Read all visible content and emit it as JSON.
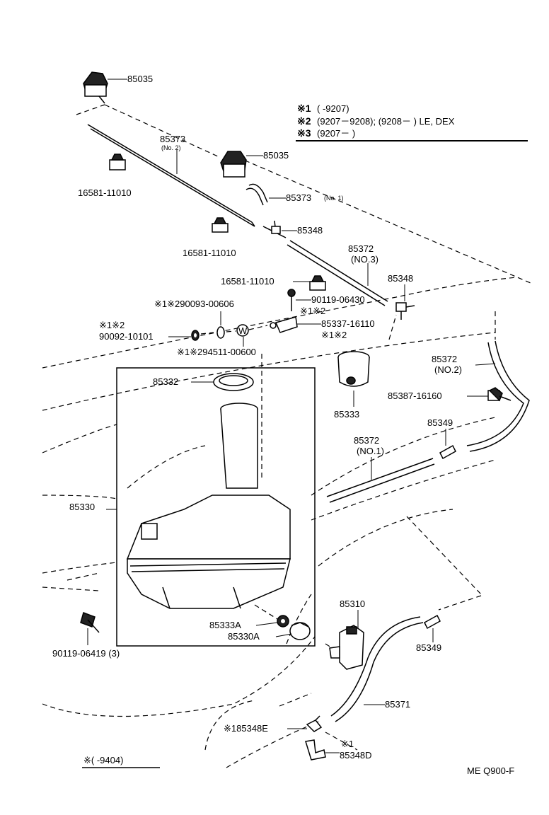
{
  "legend": {
    "row1_mark": "※1",
    "row1_text": "(        -9207)",
    "row2_mark": "※2",
    "row2_text": "(9207－9208); (9208－         ) LE, DEX",
    "row3_mark": "※3",
    "row3_text": "(9207－         )"
  },
  "labels": {
    "p85035_a": "85035",
    "p85373_no2": "85373",
    "p85373_no2_sub": "(No. 2)",
    "p85035_b": "85035",
    "p16581_a": "16581-11010",
    "p85373_no1": "85373",
    "p85373_no1_sub": "(No. 1)",
    "p85348_a": "85348",
    "p16581_b": "16581-11010",
    "p85372_no3": "85372",
    "p85372_no3_sub": "(NO.3)",
    "p16581_c": "16581-11010",
    "p85348_b": "85348",
    "p90119_06430": "90119-06430",
    "mark_12_a": "※1※2",
    "p90093": "※1※290093-00606",
    "mark_12_b": "※1※2",
    "p90092": "90092-10101",
    "p85337": "85337-16110",
    "mark_12_c": "※1※2",
    "p94511": "※1※294511-00600",
    "washer_w": "W",
    "p85372_no2": "85372",
    "p85372_no2_sub": "(NO.2)",
    "p85332": "85332",
    "p85333": "85333",
    "p85387": "85387-16160",
    "p85349_a": "85349",
    "p85372_no1": "85372",
    "p85372_no1_sub": "(NO.1)",
    "p85330": "85330",
    "p85310": "85310",
    "p85333a": "85333A",
    "p85330a": "85330A",
    "p85349_b": "85349",
    "p90119_06419": "90119-06419 (3)",
    "p85371": "85371",
    "p85348e": "※185348E",
    "mark_1": "※1",
    "p85348d": "85348D",
    "note_9404": "※(       -9404)",
    "code": "ME  Q900-F"
  }
}
